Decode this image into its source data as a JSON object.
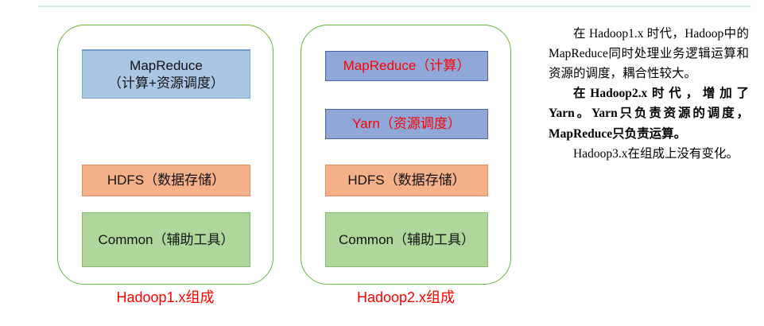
{
  "decor": {
    "top_rule": "horizontal-rule"
  },
  "diagram": {
    "columns": [
      {
        "caption": "Hadoop1.x组成",
        "blocks": [
          {
            "label": "MapReduce\n（计算+资源调度）",
            "color": "#aac6e5",
            "text_color": "#111111"
          },
          {
            "label": "HDFS（数据存储）",
            "color": "#f5b08a",
            "text_color": "#111111"
          },
          {
            "label": "Common（辅助工具）",
            "color": "#b0d79b",
            "text_color": "#111111"
          }
        ]
      },
      {
        "caption": "Hadoop2.x组成",
        "blocks": [
          {
            "label": "MapReduce（计算）",
            "color": "#8fa8d8",
            "text_color": "#ff0000"
          },
          {
            "label": "Yarn（资源调度）",
            "color": "#8fa8d8",
            "text_color": "#ff0000"
          },
          {
            "label": "HDFS（数据存储）",
            "color": "#f5b08a",
            "text_color": "#111111"
          },
          {
            "label": "Common（辅助工具）",
            "color": "#b0d79b",
            "text_color": "#111111"
          }
        ]
      }
    ],
    "border_color": "#6cb33f",
    "caption_color": "#ff0000"
  },
  "notes": {
    "paragraphs": [
      "在 Hadoop1.x 时代，Hadoop中的MapReduce同时处理业务逻辑运算和资源的调度，耦合性较大。",
      "在Hadoop2.x时代，增加了Yarn。Yarn只负责资源的调度，MapReduce只负责运算。",
      "Hadoop3.x在组成上没有变化。"
    ]
  }
}
